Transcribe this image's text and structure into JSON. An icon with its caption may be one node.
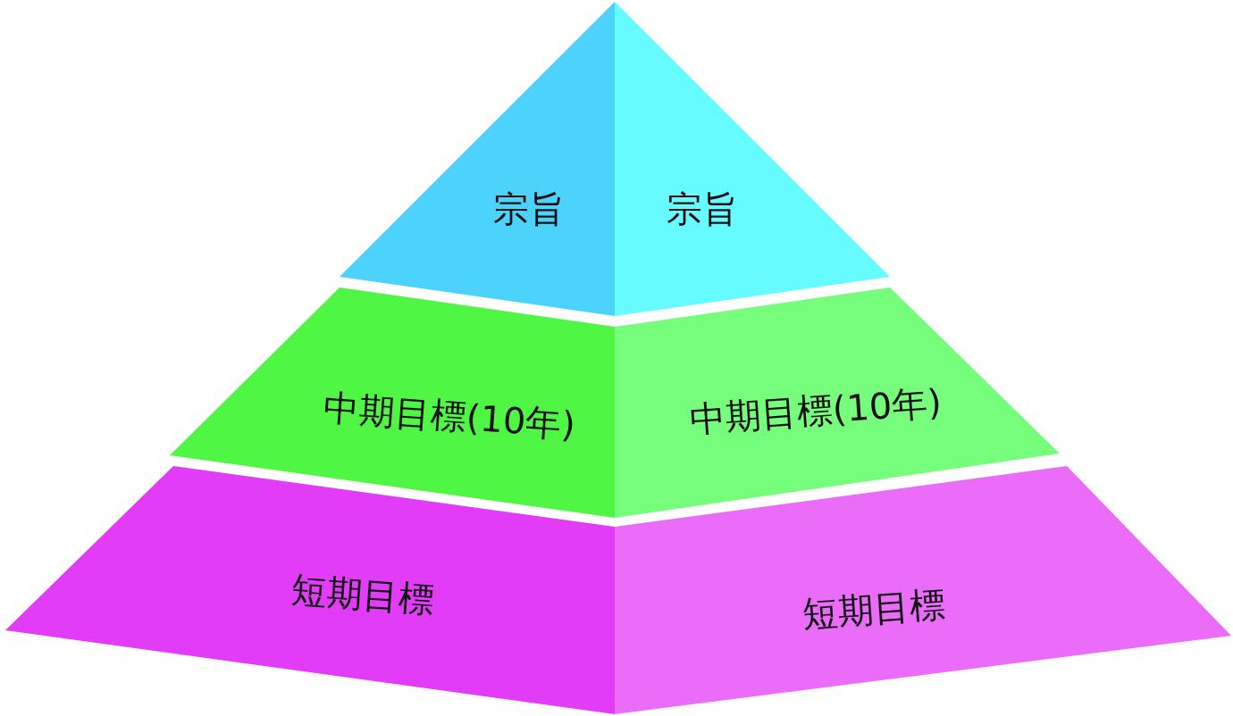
{
  "diagram": {
    "nodes": [
      {
        "text": [
          "宗旨"
        ]
      },
      {
        "text": [
          "宗旨"
        ]
      },
      {
        "text": [
          "中期目標(10年)"
        ]
      },
      {
        "text": [
          "中期目標(10年)"
        ]
      },
      {
        "text": [
          "短期目標"
        ]
      },
      {
        "text": [
          "短期目標"
        ]
      }
    ]
  }
}
